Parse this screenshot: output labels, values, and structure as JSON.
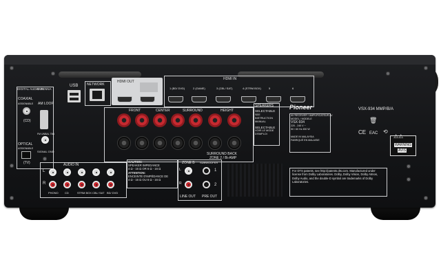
{
  "sections": {
    "digital_audio_in": "DIGITAL AUDIO IN",
    "antenna": "ANTENNA",
    "coaxial": "COAXIAL",
    "assignable": "ASSIGNABLE",
    "cd": "(CD)",
    "optical": "OPTICAL",
    "tv": "(TV)",
    "am_loop": "AM LOOP",
    "fm_unbal": "FM UNBAL 75Ω",
    "signal_gnd": "SIGNAL GND",
    "usb": "USB",
    "network": "NETWORK",
    "hdmi_out": "HDMI OUT",
    "hdmi_in": "HDMI IN",
    "audio_in": "AUDIO IN",
    "zone_b": "ZONE B",
    "subwoofer": "SUBWOOFER",
    "line_out": "LINE OUT",
    "pre_out": "PRE OUT",
    "speakers": "SPEAKERS",
    "front": "FRONT",
    "center": "CENTER",
    "surround": "SURROUND",
    "height": "HEIGHT",
    "surround_back": "SURROUND BACK",
    "zone2_biamp": "ZONE 2 / Bi-AMP"
  },
  "hdmi_inputs": [
    "1 (BD/ DVD)",
    "2 (GAME)",
    "3 (CBL/ SAT)",
    "4 (STRM BOX)",
    "5",
    "6"
  ],
  "audio_inputs": [
    "PHONO",
    "CD",
    "STRM BOX",
    "CBL/ SAT",
    "BD/ DVD"
  ],
  "audio_channels": [
    "L",
    "R"
  ],
  "sub_numbers": [
    "1",
    "2"
  ],
  "speaker_notes": {
    "selectable": "SELECTABLE",
    "see_manual": "SEE INSTRUCTION MANUAL",
    "selectable2": "SELECTABLE",
    "voir": "VOIR LE MODE D'EMPLOI"
  },
  "caution": {
    "heading": "CAUTION:",
    "line1": "SPEAKER IMPEDANCE",
    "line2": "4 Ω - 16 Ω OR 6 Ω - 16 Ω",
    "heading2": "ATTENTION:",
    "line3": "ENCEINTE D'IMPÉDANCE DE",
    "line4": "4 Ω - 16 Ω OU 6 Ω - 16 Ω"
  },
  "brand": "Pioneer",
  "model": "VSX-934 MMP/B/A",
  "spec_label": {
    "line1": "AV RECEIVER / AMPLIFICATEUR AV",
    "line2": "MODEL / MODELE",
    "model": "VSX-934",
    "volts": "220 - 240 V ~",
    "hz": "50 / 60 Hz    450 W",
    "made_in": "MADE IN MALAYSIA",
    "fab": "FABRIQUÉ EN MALAISIE"
  },
  "dts_text": "For DTS patents, see http://patents.dts.com. Manufactured under license from Dolby Laboratories. Dolby, Dolby Vision, Dolby Atmos, Dolby Audio, and the double-D symbol are trademarks of Dolby Laboratories.",
  "warning": "WARNING",
  "avis": "AVIS",
  "colors": {
    "chassis": "#141517",
    "red_terminal": "#c62a30",
    "label_panel": "#d6d7d9"
  }
}
